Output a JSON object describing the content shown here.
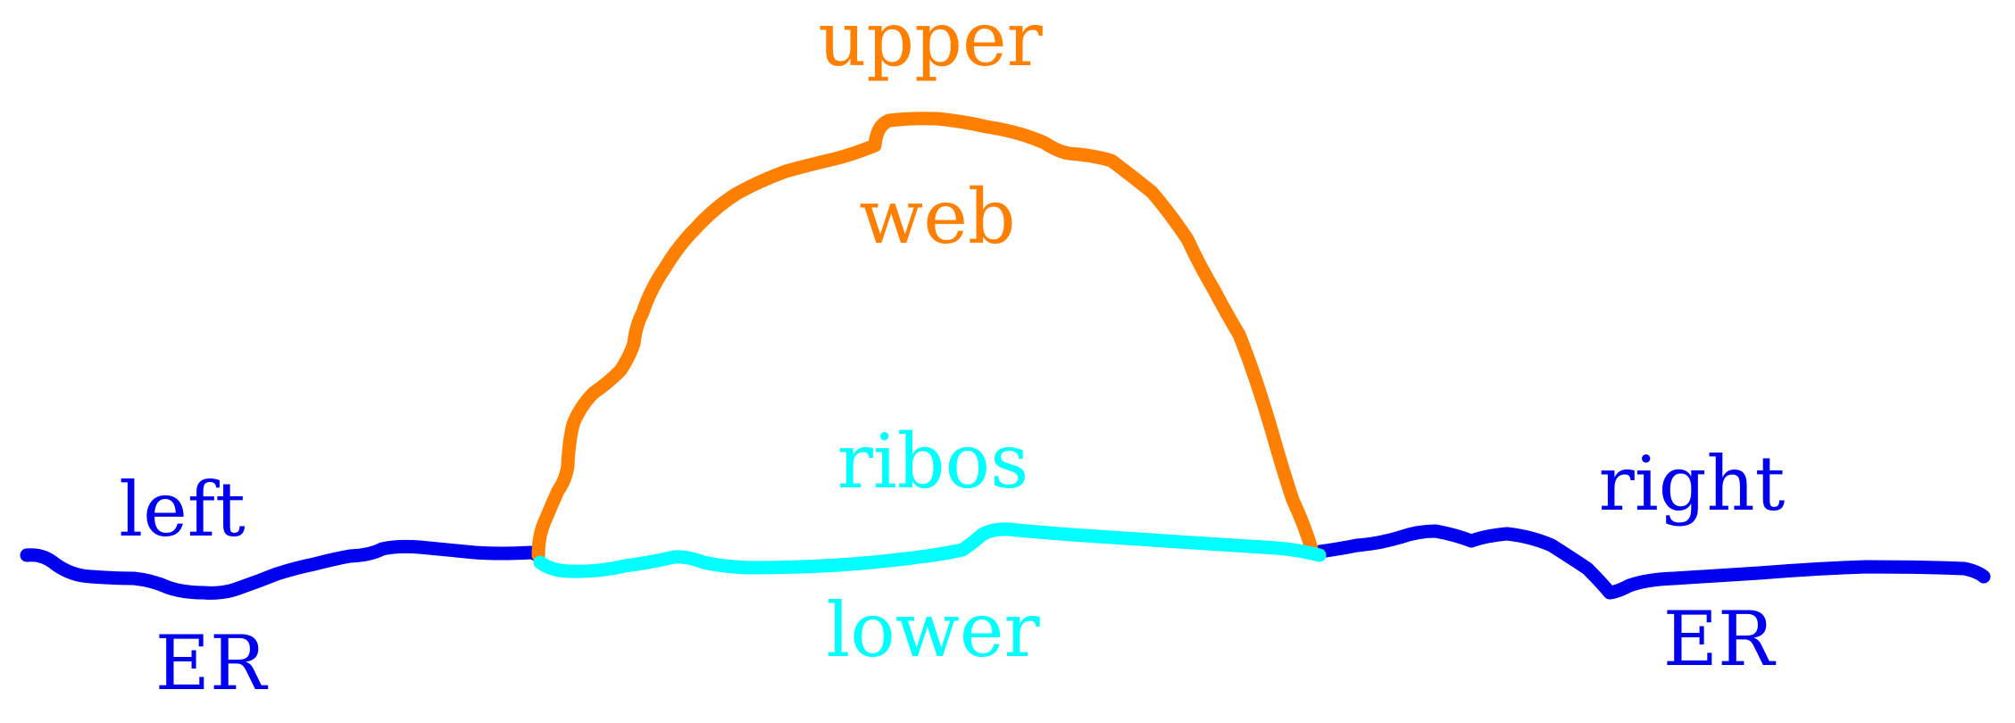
{
  "labels": {
    "upper": "upper",
    "web": "web",
    "ribos": "ribos",
    "lower": "lower",
    "left": "left",
    "right": "right",
    "left_er": "ER",
    "right_er": "ER"
  },
  "colors": {
    "orange": "#ff8000",
    "cyan": "#00ffff",
    "blue": "#0000ee",
    "background": "#ffffff"
  }
}
